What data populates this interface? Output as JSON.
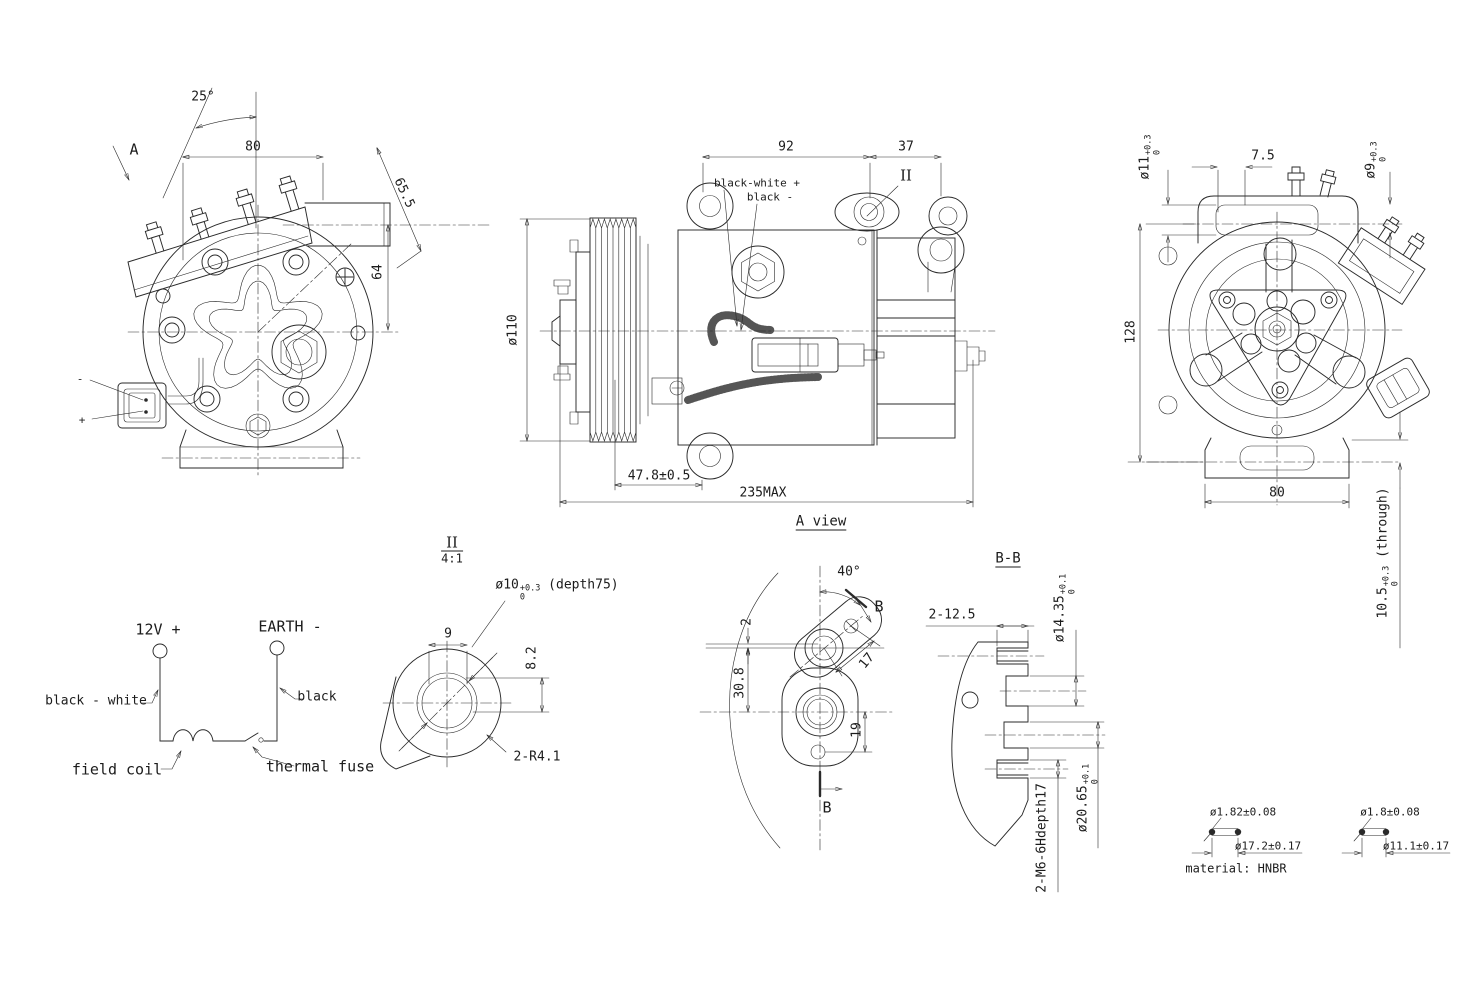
{
  "drawing": {
    "front": {
      "view_arrow": "A",
      "angle": "25°",
      "w80": "80",
      "diag": "65.5",
      "h64": "64",
      "minus": "-",
      "plus": "+"
    },
    "side": {
      "d92": "92",
      "d37": "37",
      "detail_ref": "II",
      "wire_pos": "black-white +",
      "wire_neg": "black -",
      "pulley_dia": "ø110",
      "clutch_len": "47.8±0.5",
      "total_len": "235MAX",
      "view_label": "A view"
    },
    "rear": {
      "hole11": {
        "b": "ø11",
        "t": "+0.3",
        "m": "0"
      },
      "off75": "7.5",
      "hole9": {
        "b": "ø9",
        "t": "+0.3",
        "m": "0"
      },
      "h128": "128",
      "w80": "80",
      "foot": {
        "b": "10.5",
        "t": "+0.3",
        "m": "0",
        "s": "(through)"
      }
    },
    "circuit": {
      "supply": "12V +",
      "earth": "EARTH -",
      "wire1": "black - white",
      "wire2": "black",
      "coil": "field coil",
      "fuse": "thermal fuse"
    },
    "detail": {
      "ref": "II",
      "scale": "4:1",
      "bore": {
        "b": "ø10",
        "t": "+0.3",
        "m": "0",
        "s": "(depth75)"
      },
      "w9": "9",
      "h82": "8.2",
      "radius": "2-R4.1"
    },
    "port": {
      "angle": "40°",
      "sec1": "B",
      "sec2": "B",
      "off2": "2",
      "h308": "30.8",
      "d17": "17",
      "d19": "19"
    },
    "section": {
      "title": "B-B",
      "depth": "2-12.5",
      "bore1": {
        "b": "ø14.35",
        "t": "+0.1",
        "m": "0"
      },
      "bore2": {
        "b": "ø20.65",
        "t": "+0.1",
        "m": "0"
      },
      "thread": "2-M6-6Hdepth17"
    },
    "seals": {
      "cs1": "ø1.82±0.08",
      "od1": "ø17.2±0.17",
      "material": "material: HNBR",
      "cs2": "ø1.8±0.08",
      "od2": "ø11.1±0.17"
    }
  }
}
